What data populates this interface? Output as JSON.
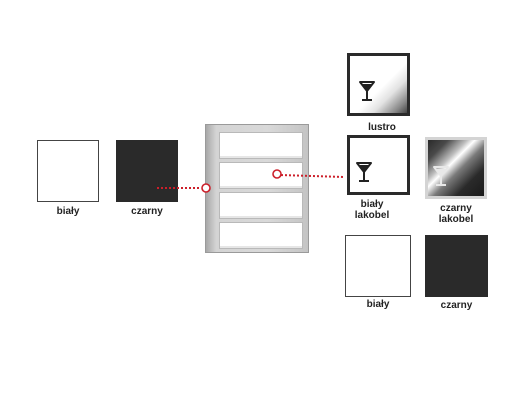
{
  "colors": {
    "swatch_white": "#ffffff",
    "swatch_black": "#2a2a2a",
    "frame_border": "#2a2a2a",
    "connector": "#cc1f2a",
    "dresser_body": "#c9c9c9"
  },
  "body_options": {
    "white_label": "biały",
    "black_label": "czarny"
  },
  "front_options": {
    "mirror_label": "lustro",
    "white_lacquer_label": "biały\nlakobel",
    "black_lacquer_label": "czarny\nlakobel",
    "white_label": "biały",
    "black_label": "czarny"
  },
  "icons": {
    "glass": "wine-glass-icon",
    "connector_dot": "connector-dot-icon"
  }
}
